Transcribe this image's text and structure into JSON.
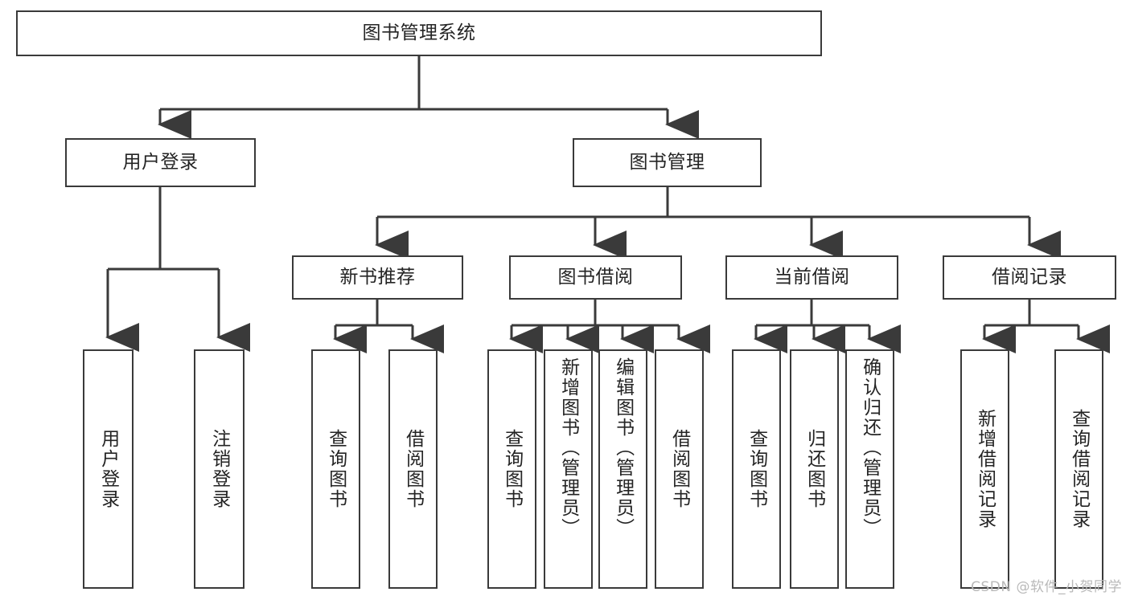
{
  "diagram": {
    "type": "tree-hierarchy",
    "title": "图书管理系统",
    "root": {
      "label": "图书管理系统"
    },
    "level1": [
      {
        "label": "用户登录"
      },
      {
        "label": "图书管理"
      }
    ],
    "level2": [
      {
        "label": "新书推荐"
      },
      {
        "label": "图书借阅"
      },
      {
        "label": "当前借阅"
      },
      {
        "label": "借阅记录"
      }
    ],
    "leaves": {
      "user_login": [
        {
          "label": "用户登录"
        },
        {
          "label": "注销登录"
        }
      ],
      "new_book_recommend": [
        {
          "label": "查询图书"
        },
        {
          "label": "借阅图书"
        }
      ],
      "book_borrow": [
        {
          "label": "查询图书"
        },
        {
          "label": "新增图书（管理员）"
        },
        {
          "label": "编辑图书（管理员）"
        },
        {
          "label": "借阅图书"
        }
      ],
      "current_borrow": [
        {
          "label": "查询图书"
        },
        {
          "label": "归还图书"
        },
        {
          "label": "确认归还（管理员）"
        }
      ],
      "borrow_record": [
        {
          "label": "新增借阅记录"
        },
        {
          "label": "查询借阅记录"
        }
      ]
    }
  },
  "watermark": {
    "text": "CSDN @软件_小贺同学"
  },
  "colors": {
    "border": "#3a3a3a",
    "text": "#242424",
    "background": "#ffffff",
    "watermark": "#b9b9b9"
  }
}
